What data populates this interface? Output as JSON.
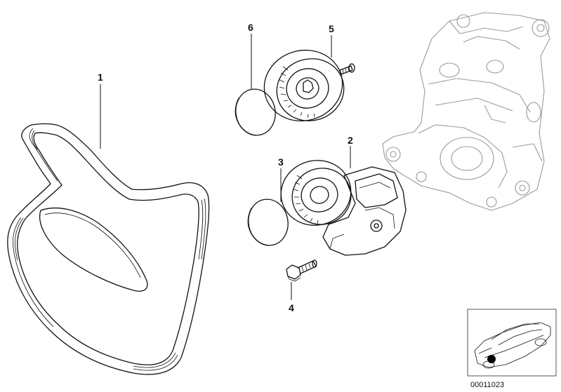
{
  "diagram": {
    "callouts": [
      {
        "id": "1",
        "label": "1"
      },
      {
        "id": "2",
        "label": "2"
      },
      {
        "id": "3",
        "label": "3"
      },
      {
        "id": "4",
        "label": "4"
      },
      {
        "id": "5",
        "label": "5"
      },
      {
        "id": "6",
        "label": "6"
      }
    ],
    "reference_number": "00011023",
    "colors": {
      "ink": "#111111",
      "ghost": "#9a9a9a",
      "background": "#ffffff"
    }
  }
}
